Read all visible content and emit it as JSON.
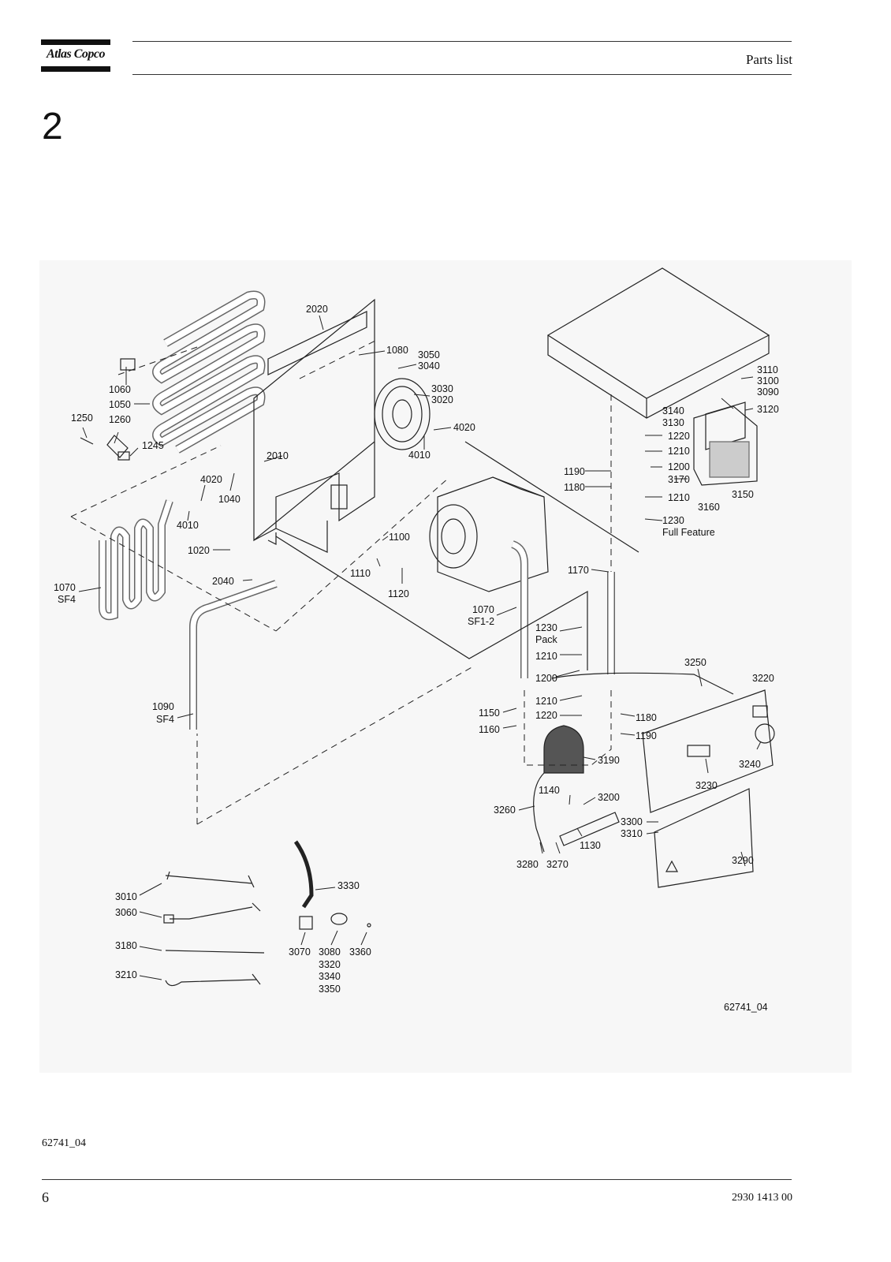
{
  "header": {
    "brand": "Atlas Copco",
    "title": "Parts list"
  },
  "section_number": "2",
  "diagram": {
    "drawing_ref": "62741_04",
    "callouts": [
      {
        "id": "c2020",
        "text": "2020"
      },
      {
        "id": "c1080",
        "text": "1080"
      },
      {
        "id": "c3050",
        "text": "3050"
      },
      {
        "id": "c3040",
        "text": "3040"
      },
      {
        "id": "c3030",
        "text": "3030"
      },
      {
        "id": "c3020",
        "text": "3020"
      },
      {
        "id": "c4020a",
        "text": "4020"
      },
      {
        "id": "c4010a",
        "text": "4010"
      },
      {
        "id": "c1060",
        "text": "1060"
      },
      {
        "id": "c1050",
        "text": "1050"
      },
      {
        "id": "c1250",
        "text": "1250"
      },
      {
        "id": "c1260",
        "text": "1260"
      },
      {
        "id": "c1245",
        "text": "1245"
      },
      {
        "id": "c2010",
        "text": "2010"
      },
      {
        "id": "c4020b",
        "text": "4020"
      },
      {
        "id": "c1040",
        "text": "1040"
      },
      {
        "id": "c4010b",
        "text": "4010"
      },
      {
        "id": "c1020",
        "text": "1020"
      },
      {
        "id": "c1100",
        "text": "1100"
      },
      {
        "id": "c1110",
        "text": "1110"
      },
      {
        "id": "c1120",
        "text": "1120"
      },
      {
        "id": "c2040",
        "text": "2040"
      },
      {
        "id": "c1070a",
        "text": "1070"
      },
      {
        "id": "csf4a",
        "text": "SF4"
      },
      {
        "id": "c1070b",
        "text": "1070"
      },
      {
        "id": "csf12",
        "text": "SF1-2"
      },
      {
        "id": "c1090",
        "text": "1090"
      },
      {
        "id": "csf4b",
        "text": "SF4"
      },
      {
        "id": "c3110",
        "text": "3110"
      },
      {
        "id": "c3100",
        "text": "3100"
      },
      {
        "id": "c3090",
        "text": "3090"
      },
      {
        "id": "c3140",
        "text": "3140"
      },
      {
        "id": "c3130",
        "text": "3130"
      },
      {
        "id": "c3120",
        "text": "3120"
      },
      {
        "id": "c1220a",
        "text": "1220"
      },
      {
        "id": "c1210a",
        "text": "1210"
      },
      {
        "id": "c1200a",
        "text": "1200"
      },
      {
        "id": "c3170",
        "text": "3170"
      },
      {
        "id": "c1210b",
        "text": "1210"
      },
      {
        "id": "c3160",
        "text": "3160"
      },
      {
        "id": "c3150",
        "text": "3150"
      },
      {
        "id": "c1230a",
        "text": "1230"
      },
      {
        "id": "cfull",
        "text": "Full Feature"
      },
      {
        "id": "c1190a",
        "text": "1190"
      },
      {
        "id": "c1180a",
        "text": "1180"
      },
      {
        "id": "c1170",
        "text": "1170"
      },
      {
        "id": "c1230b",
        "text": "1230"
      },
      {
        "id": "cpack",
        "text": "Pack"
      },
      {
        "id": "c1210c",
        "text": "1210"
      },
      {
        "id": "c1200b",
        "text": "1200"
      },
      {
        "id": "c1210d",
        "text": "1210"
      },
      {
        "id": "c1220b",
        "text": "1220"
      },
      {
        "id": "c1150",
        "text": "1150"
      },
      {
        "id": "c1160",
        "text": "1160"
      },
      {
        "id": "c1180b",
        "text": "1180"
      },
      {
        "id": "c1190b",
        "text": "1190"
      },
      {
        "id": "c3250",
        "text": "3250"
      },
      {
        "id": "c3220",
        "text": "3220"
      },
      {
        "id": "c3240",
        "text": "3240"
      },
      {
        "id": "c3230",
        "text": "3230"
      },
      {
        "id": "c3190",
        "text": "3190"
      },
      {
        "id": "c1140",
        "text": "1140"
      },
      {
        "id": "c3200",
        "text": "3200"
      },
      {
        "id": "c3260",
        "text": "3260"
      },
      {
        "id": "c1130",
        "text": "1130"
      },
      {
        "id": "c3280",
        "text": "3280"
      },
      {
        "id": "c3270",
        "text": "3270"
      },
      {
        "id": "c3300",
        "text": "3300"
      },
      {
        "id": "c3310",
        "text": "3310"
      },
      {
        "id": "c3290",
        "text": "3290"
      },
      {
        "id": "c3010",
        "text": "3010"
      },
      {
        "id": "c3060",
        "text": "3060"
      },
      {
        "id": "c3180",
        "text": "3180"
      },
      {
        "id": "c3210",
        "text": "3210"
      },
      {
        "id": "c3330",
        "text": "3330"
      },
      {
        "id": "c3070",
        "text": "3070"
      },
      {
        "id": "c3080",
        "text": "3080"
      },
      {
        "id": "c3320",
        "text": "3320"
      },
      {
        "id": "c3340",
        "text": "3340"
      },
      {
        "id": "c3350",
        "text": "3350"
      },
      {
        "id": "c3360",
        "text": "3360"
      }
    ]
  },
  "footer": {
    "figure_ref": "62741_04",
    "page_number": "6",
    "document_number": "2930 1413 00"
  }
}
